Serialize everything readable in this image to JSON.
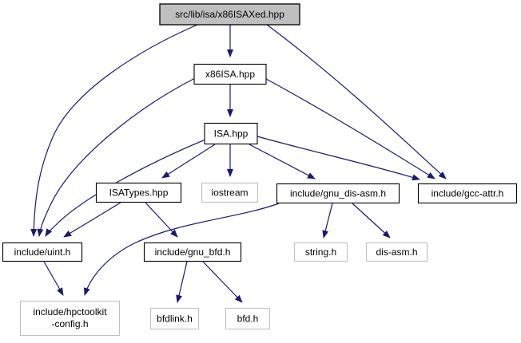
{
  "page": {
    "background": "#ffffff"
  },
  "graph": {
    "kind": "include-dependency-graph",
    "root": "src/lib/isa/x86ISAXed.hpp"
  },
  "colors": {
    "edge": "#191970",
    "root_node_fill": "#bfbfbf",
    "node_fill": "#ffffff",
    "documented_border": "#000000",
    "external_border": "#c0c0c0",
    "text": "#000000"
  },
  "nodes": {
    "x86isaxed": {
      "label": "src/lib/isa/x86ISAXed.hpp"
    },
    "x86isa": {
      "label": "x86ISA.hpp"
    },
    "isa": {
      "label": "ISA.hpp"
    },
    "isatypes": {
      "label": "ISATypes.hpp"
    },
    "iostream": {
      "label": "iostream"
    },
    "gnu_dis_asm": {
      "label": "include/gnu_dis-asm.h"
    },
    "gcc_attr": {
      "label": "include/gcc-attr.h"
    },
    "uint": {
      "label": "include/uint.h"
    },
    "gnu_bfd": {
      "label": "include/gnu_bfd.h"
    },
    "string_h": {
      "label": "string.h"
    },
    "dis_asm": {
      "label": "dis-asm.h"
    },
    "hpctoolkit_config": {
      "line1": "include/hpctoolkit",
      "line2": "-config.h"
    },
    "bfdlink": {
      "label": "bfdlink.h"
    },
    "bfd": {
      "label": "bfd.h"
    }
  },
  "edges": [
    {
      "from": "x86isaxed",
      "to": "x86isa"
    },
    {
      "from": "x86isaxed",
      "to": "uint"
    },
    {
      "from": "x86isaxed",
      "to": "gcc_attr"
    },
    {
      "from": "x86isa",
      "to": "isa"
    },
    {
      "from": "x86isa",
      "to": "uint"
    },
    {
      "from": "x86isa",
      "to": "gcc_attr"
    },
    {
      "from": "isa",
      "to": "isatypes"
    },
    {
      "from": "isa",
      "to": "iostream"
    },
    {
      "from": "isa",
      "to": "gnu_dis_asm"
    },
    {
      "from": "isa",
      "to": "gcc_attr"
    },
    {
      "from": "isa",
      "to": "uint"
    },
    {
      "from": "isatypes",
      "to": "uint"
    },
    {
      "from": "isatypes",
      "to": "gnu_bfd"
    },
    {
      "from": "gnu_dis_asm",
      "to": "string_h"
    },
    {
      "from": "gnu_dis_asm",
      "to": "dis_asm"
    },
    {
      "from": "gnu_dis_asm",
      "to": "hpctoolkit_config"
    },
    {
      "from": "gnu_bfd",
      "to": "bfdlink"
    },
    {
      "from": "gnu_bfd",
      "to": "bfd"
    },
    {
      "from": "uint",
      "to": "hpctoolkit_config"
    }
  ]
}
